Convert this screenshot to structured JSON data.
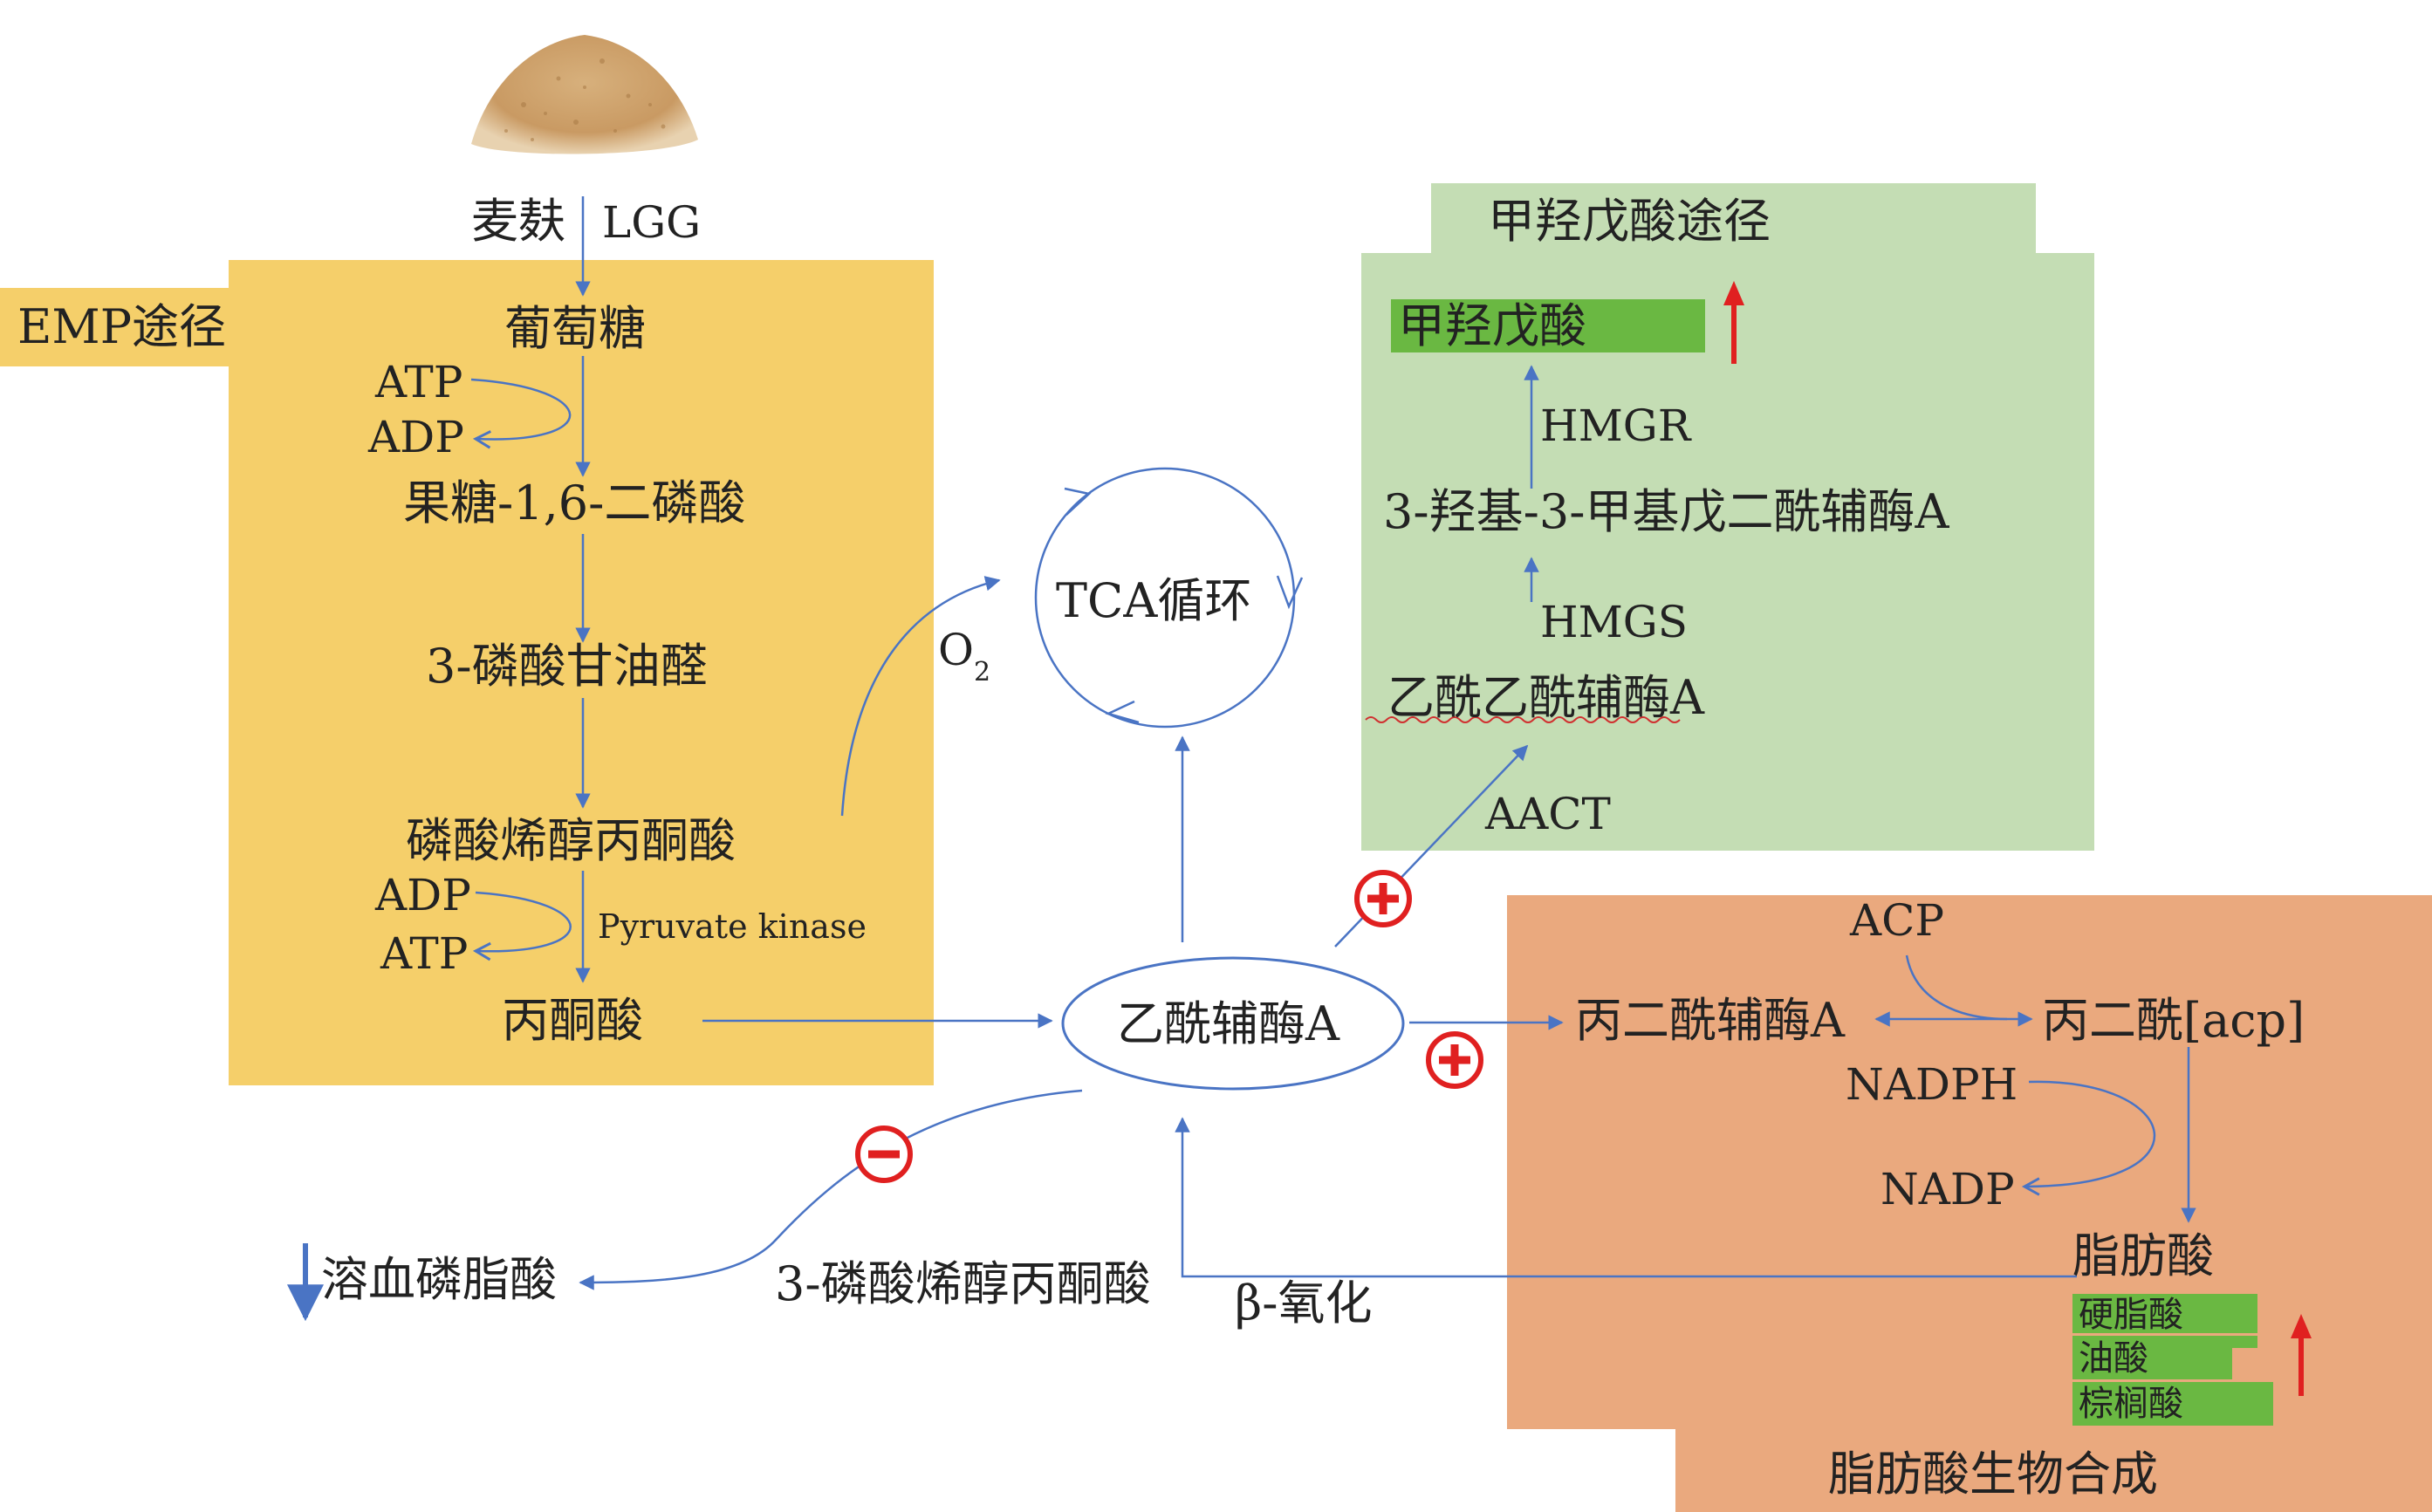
{
  "source": {
    "bran": "麦麸",
    "probiotic": "LGG"
  },
  "emp": {
    "title": "EMP途径",
    "glucose": "葡萄糖",
    "atp_in": "ATP",
    "adp_out": "ADP",
    "fbp": "果糖-1,6-二磷酸",
    "g3p": "3-磷酸甘油醛",
    "pep": "磷酸烯醇丙酮酸",
    "adp_in": "ADP",
    "atp_out": "ATP",
    "pk": "Pyruvate kinase",
    "pyruvate": "丙酮酸"
  },
  "tca": {
    "label": "TCA循环",
    "o2": "O",
    "o2_sub": "2"
  },
  "center": {
    "acetyl_coa": "乙酰辅酶A"
  },
  "mevalonate": {
    "title": "甲羟戊酸途径",
    "mevalonate": "甲羟戊酸",
    "hmgr": "HMGR",
    "hmg_coa": "3-羟基-3-甲基戊二酰辅酶A",
    "hmgs": "HMGS",
    "acetoacetyl": "乙酰乙酰辅酶A",
    "aact": "AACT"
  },
  "fatty": {
    "title": "脂肪酸生物合成",
    "acp": "ACP",
    "malonyl_coa": "丙二酰辅酶A",
    "malonyl_acp": "丙二酰[acp]",
    "nadph": "NADPH",
    "nadp": "NADP",
    "fatty_acid": "脂肪酸",
    "stearic": "硬脂酸",
    "oleic": "油酸",
    "palmitic": "棕榈酸"
  },
  "bottom": {
    "lyso": "溶血磷脂酸",
    "pep3": "3-磷酸烯醇丙酮酸",
    "beta_ox": "β-氧化"
  },
  "colors": {
    "emp_box": "#f5cf6a",
    "mev_box": "#c4ddb4",
    "fatty_box": "#eaa97e",
    "highlight": "#6ab842",
    "arrow": "#4a74c4",
    "up_arrow": "#e02020",
    "sign": "#e02020"
  }
}
